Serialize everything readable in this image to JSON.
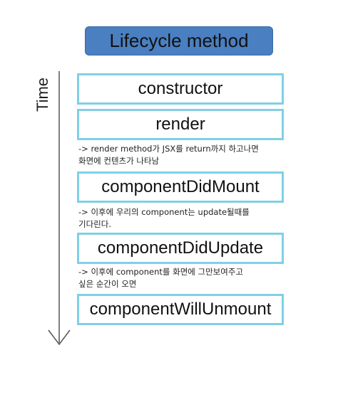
{
  "title": "Lifecycle method",
  "axis_label": "Time",
  "steps": [
    {
      "label": "constructor"
    },
    {
      "label": "render"
    },
    {
      "label": "componentDidMount"
    },
    {
      "label": "componentDidUpdate"
    },
    {
      "label": "componentWillUnmount"
    }
  ],
  "notes": [
    {
      "line1": "-> render method가 JSX를 return까지 하고나면",
      "line2": "화면에 컨텐츠가 나타남"
    },
    {
      "line1": "-> 이후에 우리의 component는 update될때를",
      "line2": "기다린다."
    },
    {
      "line1": "-> 이후에 component를 화면에 그만보여주고",
      "line2": "싶은 순간이 오면"
    }
  ],
  "colors": {
    "title_fill": "#4a7fc1",
    "step_border": "#7fd0e6",
    "arrow": "#555555"
  }
}
